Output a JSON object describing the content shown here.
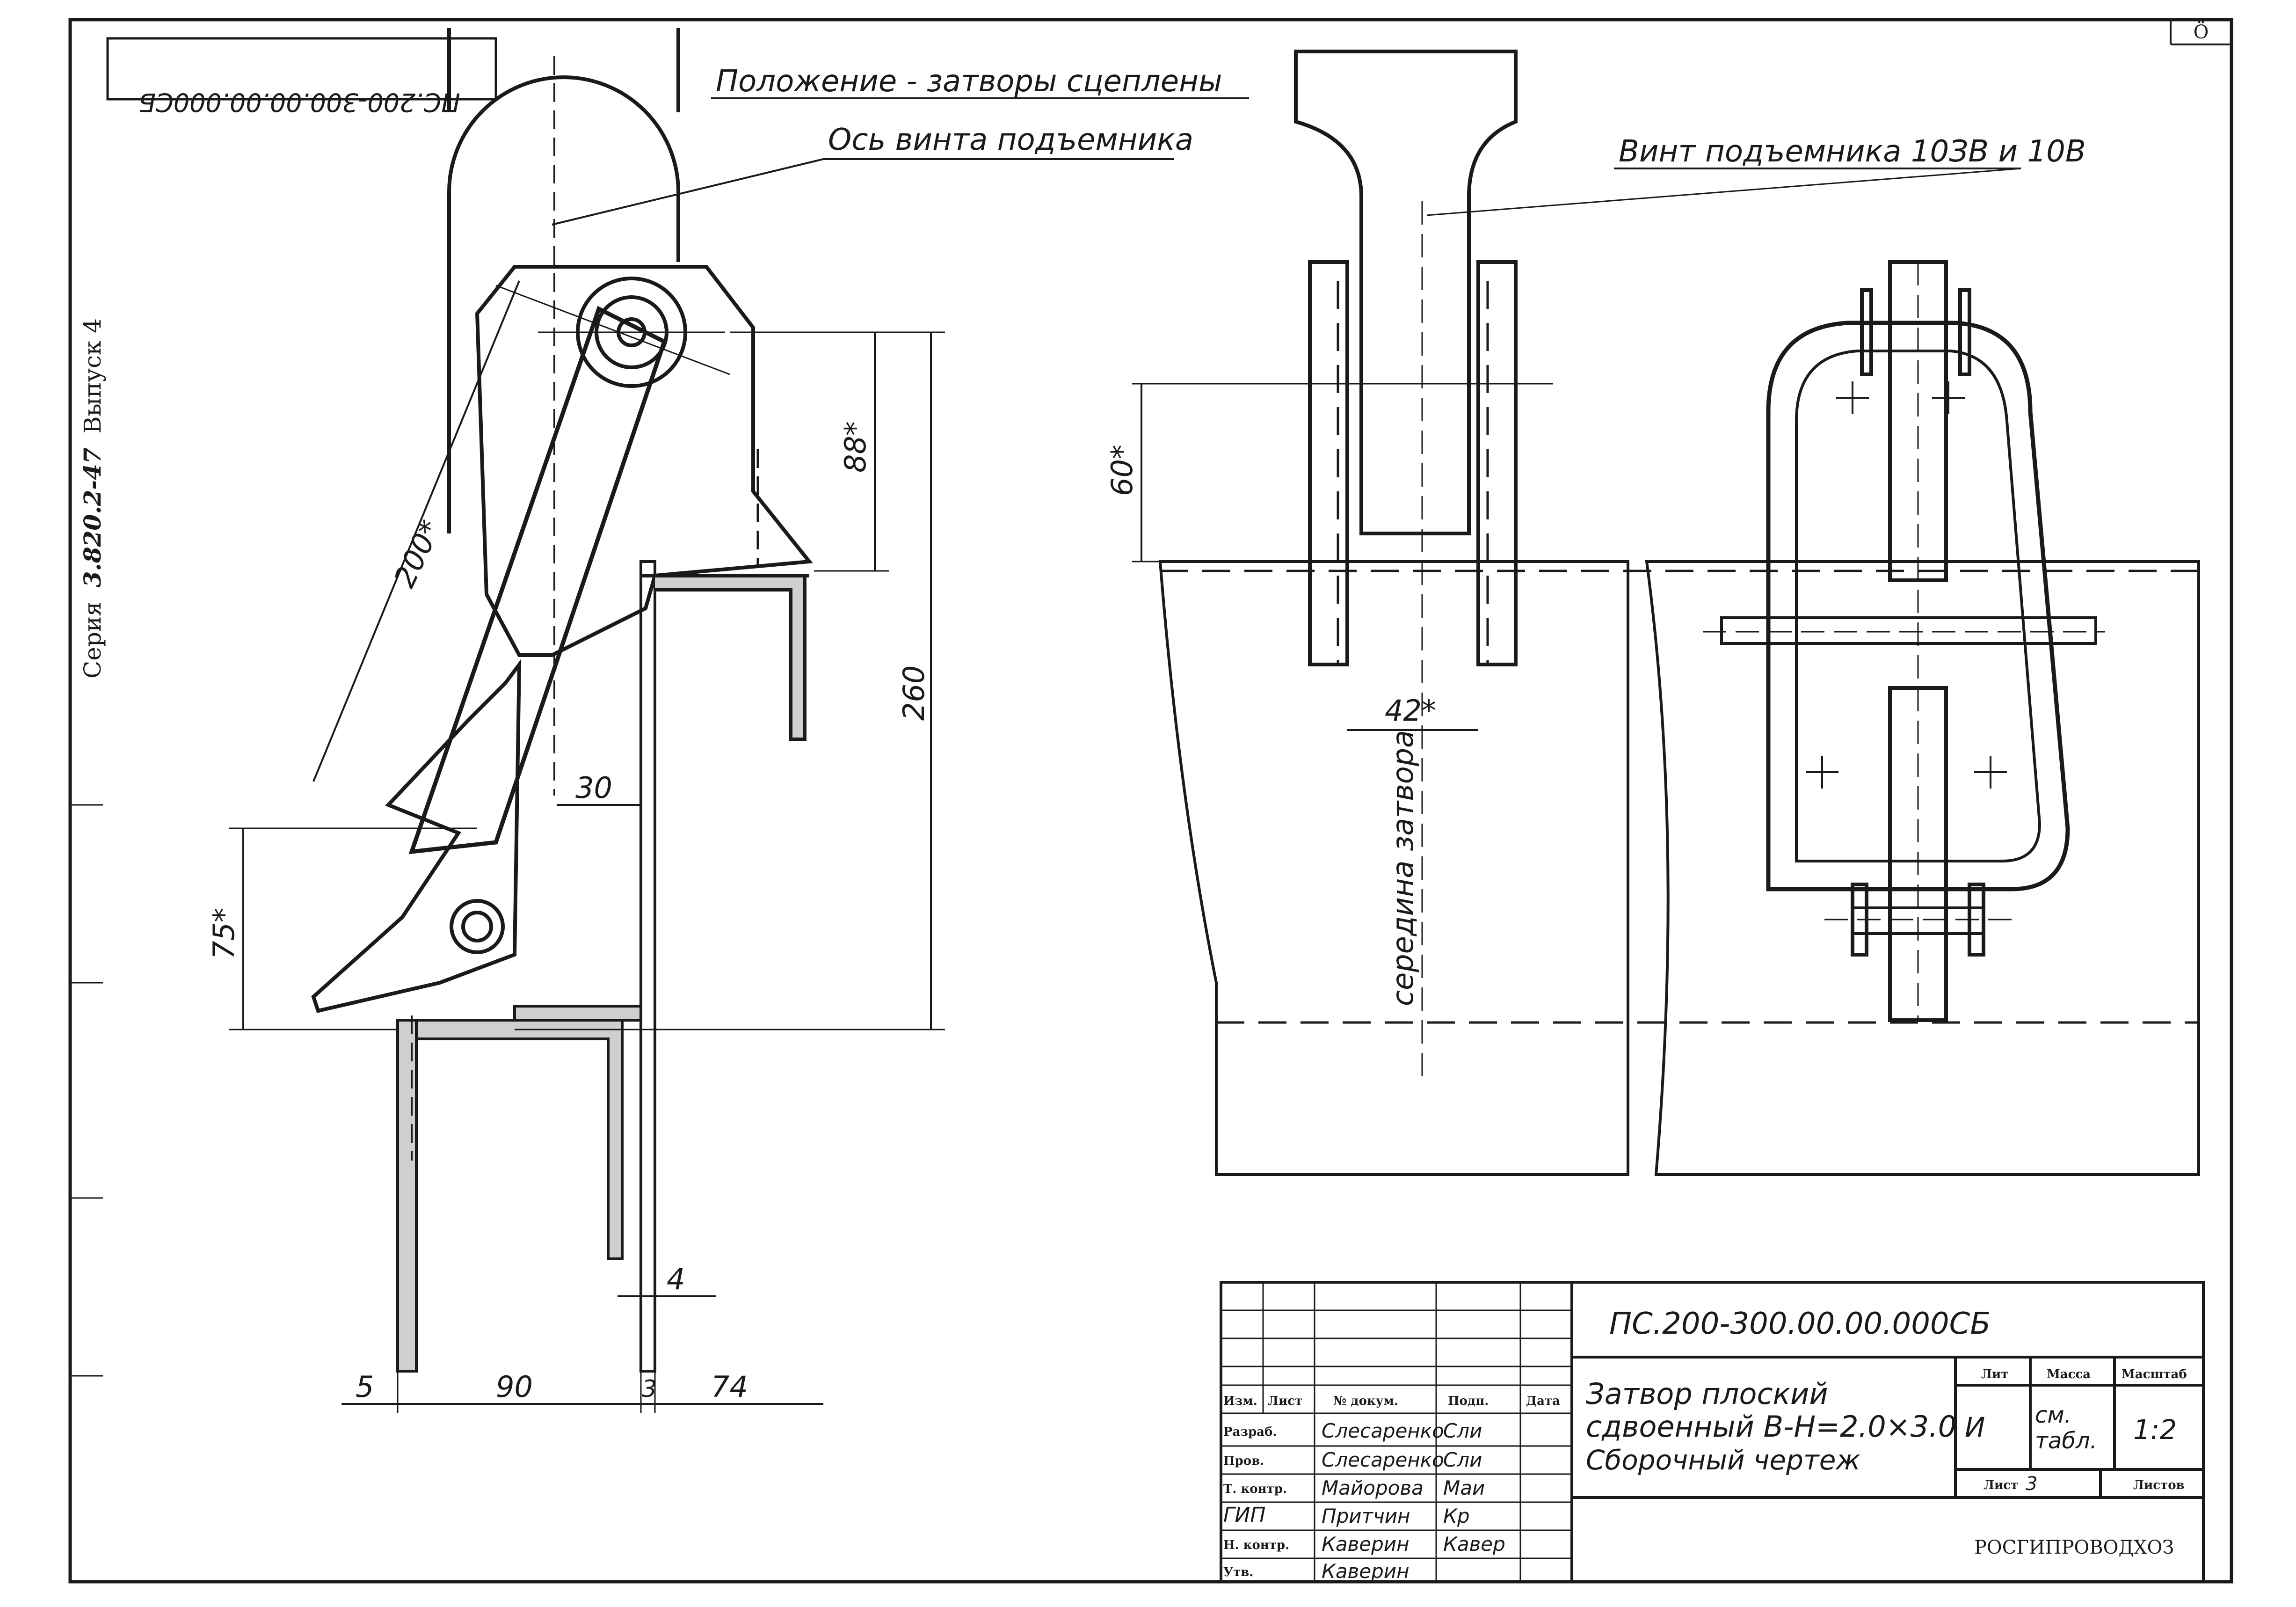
{
  "drawing": {
    "code": "ПС.200-300.00.00.000СБ",
    "code_rotated": "ПС.200-300.00.00.000СБ",
    "series_note": {
      "prefix": "Серия",
      "number": "3.820.2-47",
      "issue": "Выпуск 4"
    },
    "corner_mark": "Ö"
  },
  "labels": {
    "position": "Положение - затворы сцеплены",
    "axis": "Ось винта подъемника",
    "screw": "Винт подъемника 10ЗВ и 10В",
    "middle": "середина затвора"
  },
  "dimensions": {
    "d200": "200*",
    "d88": "88*",
    "d260": "260",
    "d30": "30",
    "d75": "75*",
    "d4": "4",
    "d5": "5",
    "d90": "90",
    "d3": "3",
    "d74": "74",
    "d60": "60*",
    "d42": "42*"
  },
  "title_block": {
    "code": "ПС.200-300.00.00.000СБ",
    "name_line1": "Затвор плоский",
    "name_line2": "сдвоенный В-Н=2.0×3.0",
    "name_line3": "Сборочный чертеж",
    "col_headers": [
      "Изм.",
      "Лист",
      "№ докум.",
      "Подп.",
      "Дата"
    ],
    "rows": [
      {
        "role": "Разраб.",
        "name": "Слесаренко",
        "sign": "Сли"
      },
      {
        "role": "Пров.",
        "name": "Слесаренко",
        "sign": "Сли"
      },
      {
        "role": "Т. контр.",
        "name": "Майорова",
        "sign": "Маи"
      },
      {
        "role": "ГИП",
        "name": "Притчин",
        "sign": "Кр"
      },
      {
        "role": "Н. контр.",
        "name": "Каверин",
        "sign": "Кавер"
      },
      {
        "role": "Утв.",
        "name": "Каверин",
        "sign": ""
      }
    ],
    "lit_header": "Лит",
    "mass_header": "Масса",
    "scale_header": "Масштаб",
    "lit_value": "И",
    "mass_value_1": "см.",
    "mass_value_2": "табл.",
    "scale_value": "1:2",
    "sheet_label": "Лист",
    "sheet_value": "3",
    "sheets_label": "Листов",
    "org": "РОСГИПРОВОДХОЗ"
  }
}
